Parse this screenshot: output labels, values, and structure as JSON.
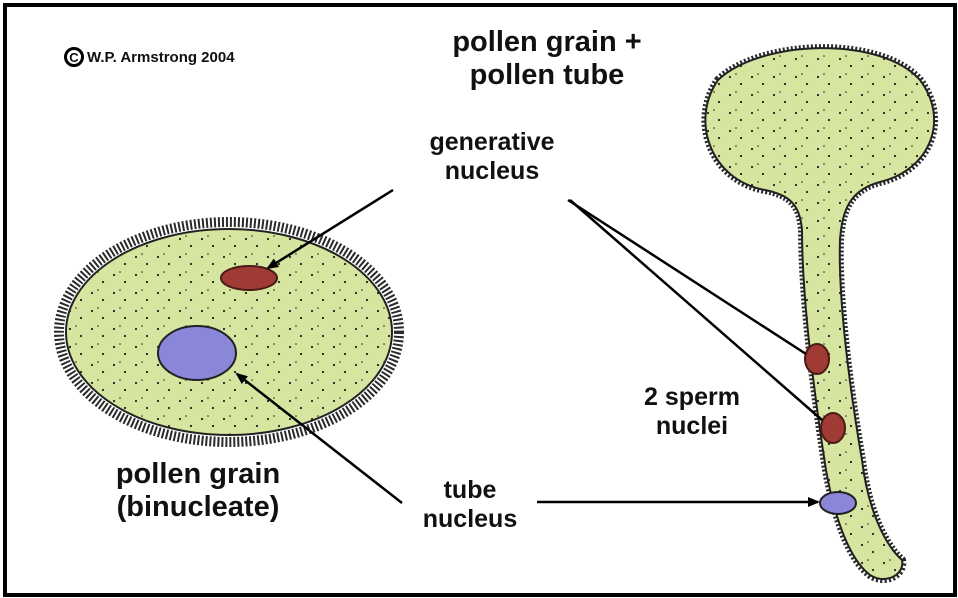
{
  "copyright": {
    "symbol": "C",
    "text": "W.P. Armstrong 2004"
  },
  "title": {
    "line1": "pollen grain +",
    "line2": "pollen tube"
  },
  "labels": {
    "generative_line1": "generative",
    "generative_line2": "nucleus",
    "sperm_line1": "2 sperm",
    "sperm_line2": "nuclei",
    "grain_line1": "pollen grain",
    "grain_line2": "(binucleate)",
    "tube_line1": "tube",
    "tube_line2": "nucleus"
  },
  "colors": {
    "cytoplasm": "#d6e6a0",
    "wall": "#2a2a2a",
    "generative_nucleus": "#a03a34",
    "tube_nucleus": "#8a86d8",
    "arrow": "#000000"
  }
}
